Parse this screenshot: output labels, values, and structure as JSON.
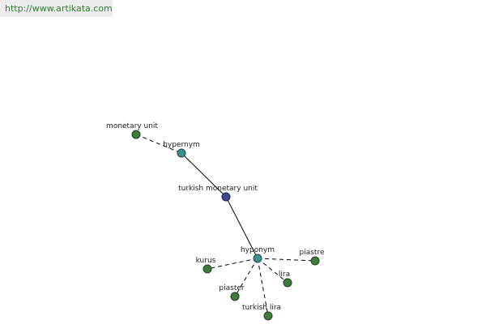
{
  "banner": {
    "url_text": "http://www.artikata.com"
  },
  "graph": {
    "colors": {
      "leaf": "#3f7d3f",
      "relation": "#3b8f8f",
      "center": "#3c4b8f"
    },
    "nodes": {
      "monetary_unit": "monetary unit",
      "hypernym": "hypernym",
      "turkish_monetary_unit": "turkish monetary unit",
      "hyponym": "hyponym",
      "kurus": "kurus",
      "piastre": "piastre",
      "lira": "lira",
      "piaster": "piaster",
      "turkish_lira": "turkish lira"
    }
  }
}
